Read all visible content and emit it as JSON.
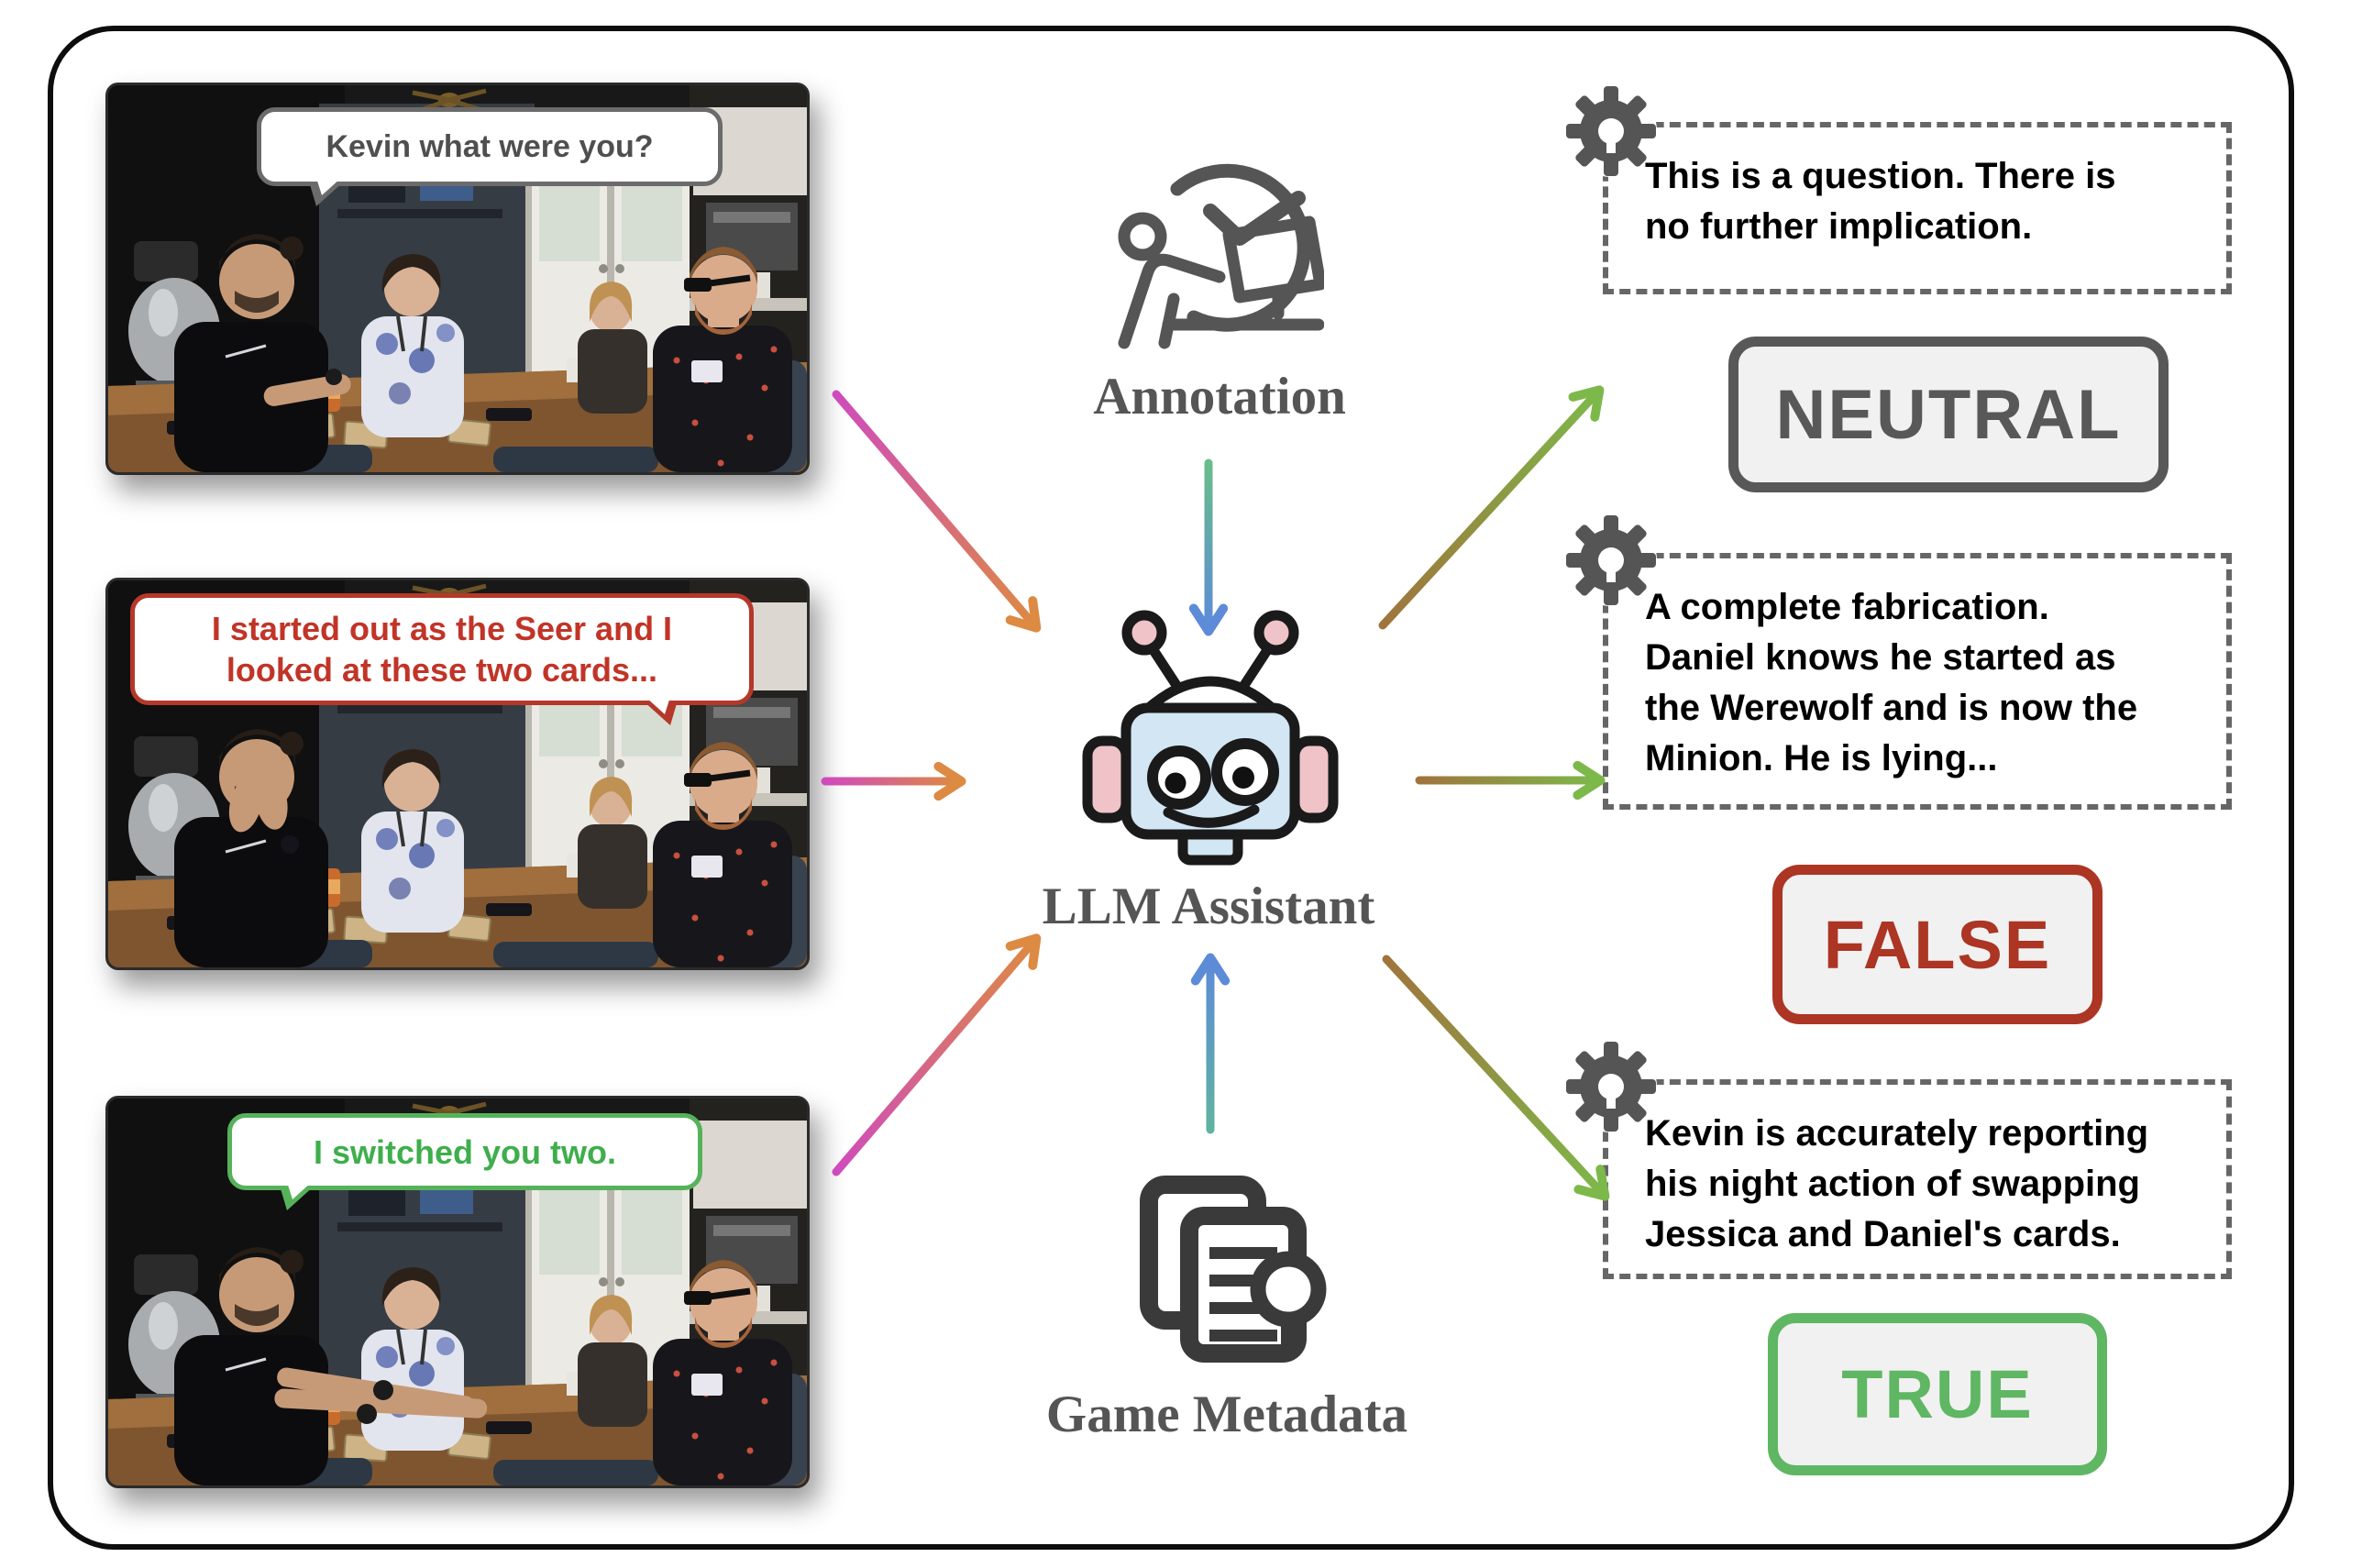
{
  "figure": {
    "frames": [
      {
        "name": "frame-question",
        "bubble_text": "Kevin what were you?"
      },
      {
        "name": "frame-seer-claim",
        "bubble_text": "I started out as the Seer and I\nlooked at these two cards..."
      },
      {
        "name": "frame-switch-claim",
        "bubble_text": "I switched you two."
      }
    ],
    "inputs": {
      "annotation_label": "Annotation",
      "metadata_label": "Game Metadata"
    },
    "model": {
      "label": "LLM Assistant"
    },
    "outputs": [
      {
        "explanation": "This is a question. There is\nno further implication.",
        "verdict": "NEUTRAL",
        "verdict_color": "#585858"
      },
      {
        "explanation": "A complete fabrication.\nDaniel knows he started as\nthe Werewolf and is now the\nMinion. He is lying...",
        "verdict": "FALSE",
        "verdict_color": "#ac3523"
      },
      {
        "explanation": "Kevin is accurately reporting\nhis night action of swapping\nJessica and Daniel's cards.",
        "verdict": "TRUE",
        "verdict_color": "#5fb663"
      }
    ],
    "colors": {
      "bubble_gray": "#4f4f4f",
      "bubble_red": "#c13427",
      "bubble_green": "#3fae4c",
      "arrow_in_start": "#cf4bbd",
      "arrow_in_end": "#dd8a42",
      "arrow_out_start": "#a0743c",
      "arrow_out_end": "#7db84a",
      "arrow_annotation_start": "#68bd8b",
      "arrow_metadata_start": "#5fb3a1",
      "arrow_blue_end": "#5d8bd7",
      "icon_gray": "#555555",
      "robot_face": "#d2e6f4",
      "robot_pink": "#efc3c7"
    }
  }
}
